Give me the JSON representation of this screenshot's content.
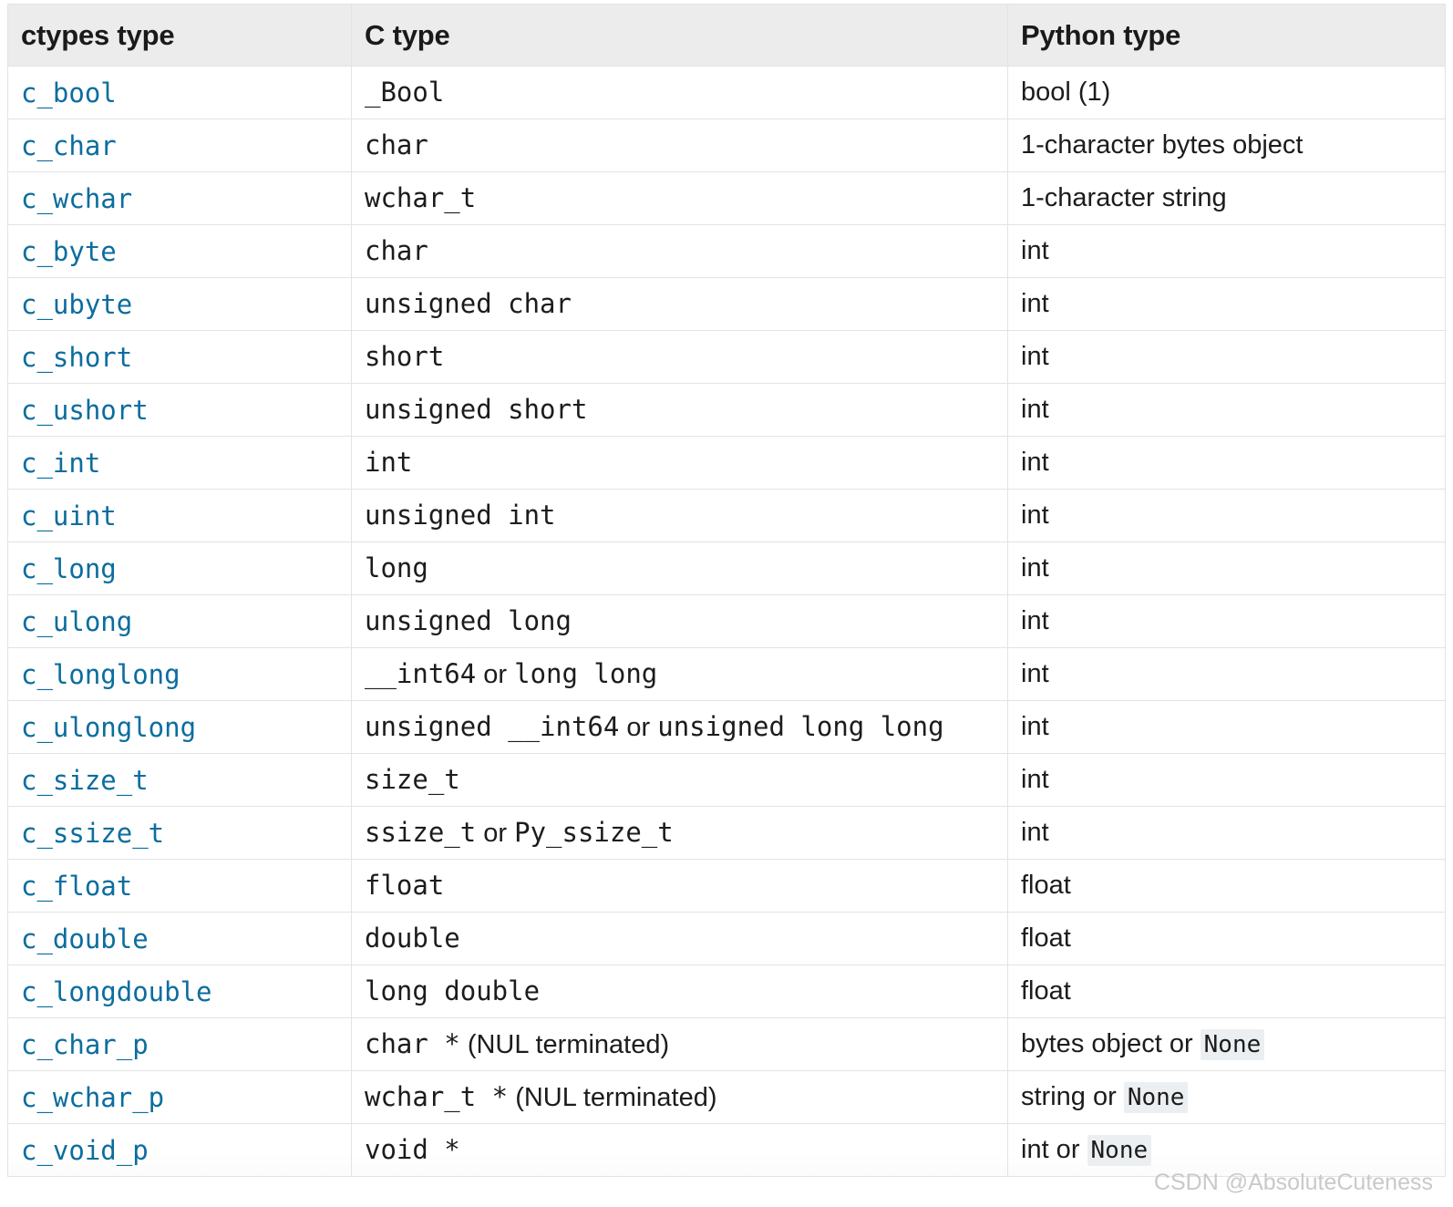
{
  "table": {
    "headers": [
      "ctypes type",
      "C type",
      "Python type"
    ],
    "rows": [
      {
        "ctypes": "c_bool",
        "ctype_mono": "_Bool",
        "ctype_prose": "",
        "ctype_mono2": "",
        "python_text": "bool (1)",
        "python_code": ""
      },
      {
        "ctypes": "c_char",
        "ctype_mono": "char",
        "ctype_prose": "",
        "ctype_mono2": "",
        "python_text": "1-character bytes object",
        "python_code": ""
      },
      {
        "ctypes": "c_wchar",
        "ctype_mono": "wchar_t",
        "ctype_prose": "",
        "ctype_mono2": "",
        "python_text": "1-character string",
        "python_code": ""
      },
      {
        "ctypes": "c_byte",
        "ctype_mono": "char",
        "ctype_prose": "",
        "ctype_mono2": "",
        "python_text": "int",
        "python_code": ""
      },
      {
        "ctypes": "c_ubyte",
        "ctype_mono": "unsigned char",
        "ctype_prose": "",
        "ctype_mono2": "",
        "python_text": "int",
        "python_code": ""
      },
      {
        "ctypes": "c_short",
        "ctype_mono": "short",
        "ctype_prose": "",
        "ctype_mono2": "",
        "python_text": "int",
        "python_code": ""
      },
      {
        "ctypes": "c_ushort",
        "ctype_mono": "unsigned short",
        "ctype_prose": "",
        "ctype_mono2": "",
        "python_text": "int",
        "python_code": ""
      },
      {
        "ctypes": "c_int",
        "ctype_mono": "int",
        "ctype_prose": "",
        "ctype_mono2": "",
        "python_text": "int",
        "python_code": ""
      },
      {
        "ctypes": "c_uint",
        "ctype_mono": "unsigned int",
        "ctype_prose": "",
        "ctype_mono2": "",
        "python_text": "int",
        "python_code": ""
      },
      {
        "ctypes": "c_long",
        "ctype_mono": "long",
        "ctype_prose": "",
        "ctype_mono2": "",
        "python_text": "int",
        "python_code": ""
      },
      {
        "ctypes": "c_ulong",
        "ctype_mono": "unsigned long",
        "ctype_prose": "",
        "ctype_mono2": "",
        "python_text": "int",
        "python_code": ""
      },
      {
        "ctypes": "c_longlong",
        "ctype_mono": "__int64",
        "ctype_prose": " or ",
        "ctype_mono2": "long long",
        "python_text": "int",
        "python_code": ""
      },
      {
        "ctypes": "c_ulonglong",
        "ctype_mono": "unsigned __int64",
        "ctype_prose": " or ",
        "ctype_mono2": "unsigned long long",
        "python_text": "int",
        "python_code": ""
      },
      {
        "ctypes": "c_size_t",
        "ctype_mono": "size_t",
        "ctype_prose": "",
        "ctype_mono2": "",
        "python_text": "int",
        "python_code": ""
      },
      {
        "ctypes": "c_ssize_t",
        "ctype_mono": "ssize_t",
        "ctype_prose": " or ",
        "ctype_mono2": "Py_ssize_t",
        "python_text": "int",
        "python_code": ""
      },
      {
        "ctypes": "c_float",
        "ctype_mono": "float",
        "ctype_prose": "",
        "ctype_mono2": "",
        "python_text": "float",
        "python_code": ""
      },
      {
        "ctypes": "c_double",
        "ctype_mono": "double",
        "ctype_prose": "",
        "ctype_mono2": "",
        "python_text": "float",
        "python_code": ""
      },
      {
        "ctypes": "c_longdouble",
        "ctype_mono": "long double",
        "ctype_prose": "",
        "ctype_mono2": "",
        "python_text": "float",
        "python_code": ""
      },
      {
        "ctypes": "c_char_p",
        "ctype_mono": "char *",
        "ctype_prose": " (NUL terminated)",
        "ctype_mono2": "",
        "python_text": "bytes object or ",
        "python_code": "None"
      },
      {
        "ctypes": "c_wchar_p",
        "ctype_mono": "wchar_t *",
        "ctype_prose": " (NUL terminated)",
        "ctype_mono2": "",
        "python_text": "string or ",
        "python_code": "None"
      },
      {
        "ctypes": "c_void_p",
        "ctype_mono": "void *",
        "ctype_prose": "",
        "ctype_mono2": "",
        "python_text": "int or ",
        "python_code": "None"
      }
    ]
  },
  "watermark": {
    "text": "CSDN @AbsoluteCuteness"
  },
  "colors": {
    "link_blue": "#0b6d9e",
    "header_bg": "#ececec",
    "border": "#e3e3e3",
    "code_bg": "#eceff1",
    "text": "#1c1c1c",
    "watermark": "#c9c9c9"
  }
}
